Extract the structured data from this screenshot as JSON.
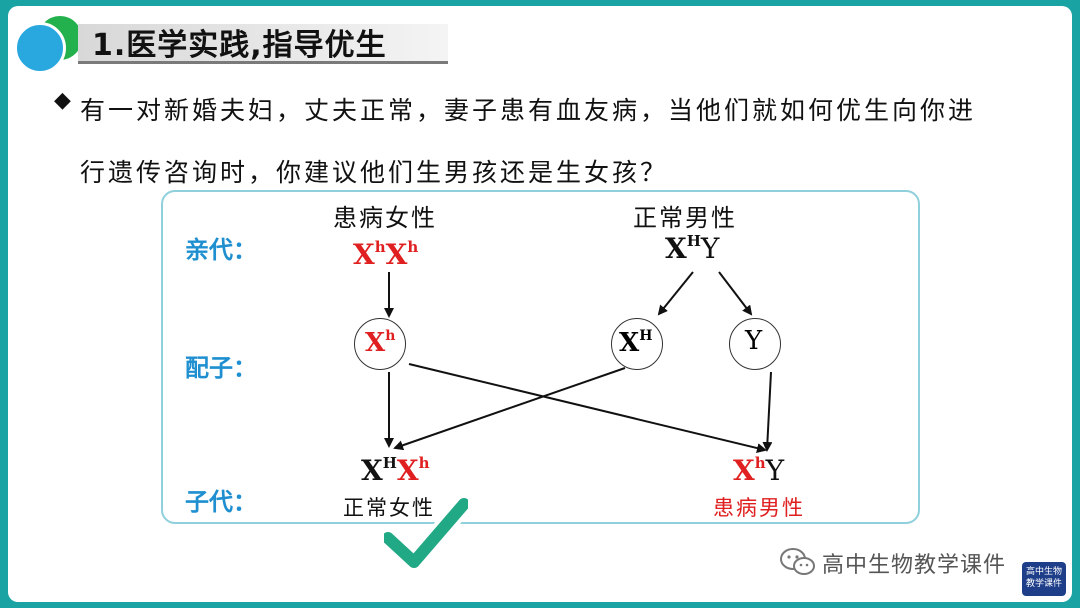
{
  "title": "1.医学实践,指导优生",
  "bullet": "◆",
  "paragraph": "有一对新婚夫妇，丈夫正常，妻子患有血友病，当他们就如何优生向你进行遗传咨询时，你建议他们生男孩还是生女孩？",
  "labels": {
    "parent": "亲代：",
    "gamete": "配子：",
    "offspring": "子代："
  },
  "parents": {
    "female_caption": "患病女性",
    "male_caption": "正常男性",
    "female_x1": "X",
    "female_s1": "h",
    "female_x2": "X",
    "female_s2": "h",
    "male_x": "X",
    "male_s": "H",
    "male_y": "Y"
  },
  "gametes": {
    "g1_x": "X",
    "g1_s": "h",
    "g2_x": "X",
    "g2_s": "H",
    "g3": "Y"
  },
  "offspring": {
    "daughter_x1": "X",
    "daughter_s1": "H",
    "daughter_x2": "X",
    "daughter_s2": "h",
    "daughter_caption": "正常女性",
    "son_x": "X",
    "son_s": "h",
    "son_y": "Y",
    "son_caption": "患病男性"
  },
  "watermark": "高中生物教学课件",
  "badge": "高中生物 教学课件",
  "colors": {
    "accent": "#1f8fd0",
    "disease": "#e02020",
    "check": "#21a884",
    "frame": "#1aa3a3"
  },
  "icons": [
    "check-icon",
    "wechat-icon"
  ]
}
